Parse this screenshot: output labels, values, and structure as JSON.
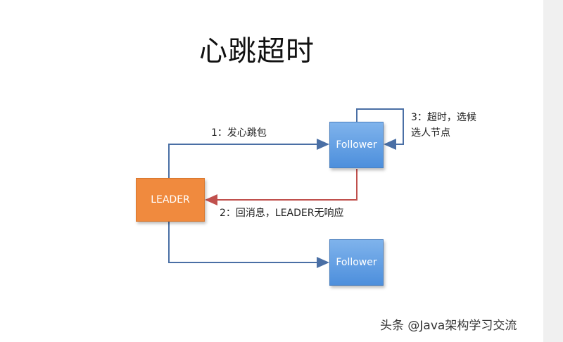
{
  "title": "心跳超时",
  "nodes": {
    "leader": "LEADER",
    "follower_top": "Follower",
    "follower_bottom": "Follower"
  },
  "edges": {
    "heartbeat": "1：发心跳包",
    "no_response": "2：回消息，LEADER无响应",
    "timeout": "3：超时，选候选人节点"
  },
  "watermark": "头条 @Java架构学习交流",
  "colors": {
    "leader": "#f08a3e",
    "follower": "#5b9be2",
    "arrow_blue": "#4a6fa5",
    "arrow_red": "#c0504d"
  }
}
